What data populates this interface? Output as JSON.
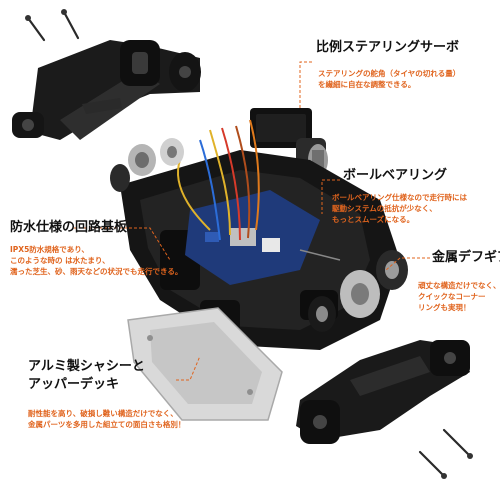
{
  "annotations": {
    "servo": {
      "title": "比例ステアリングサーボ",
      "description": "ステアリングの舵角（タイヤの切れる量）\nを繊細に自在な調整できる。"
    },
    "bearing": {
      "title": "ボールベアリング",
      "description": "ボールベアリング仕様なので走行時には\n駆動システムの抵抗が少なく、\nもっとスムーズになる。"
    },
    "circuit": {
      "title": "防水仕様の回路基板",
      "description": "IPX5防水規格であり、\nこのような時の は水たまり、\n濡った芝生、砂、雨天などの状況でも走行できる。"
    },
    "gear": {
      "title": "金属デフギア",
      "description": "頑丈な構造だけでなく、\nクイックなコーナー\nリングも実現！"
    },
    "chassis": {
      "title": "アルミ製シャシーと\nアッパーデッキ",
      "description": "耐性能を高り、破損し難い構造だけでなく、\n金属パーツを多用した組立ての面白さも格別！"
    }
  },
  "colors": {
    "part_black": "#141414",
    "part_dark": "#262626",
    "metal": "#c9c9c9",
    "pcb": "#1f3a7a",
    "leader_line": "#e0641e",
    "text_accent": "#e0641e"
  }
}
